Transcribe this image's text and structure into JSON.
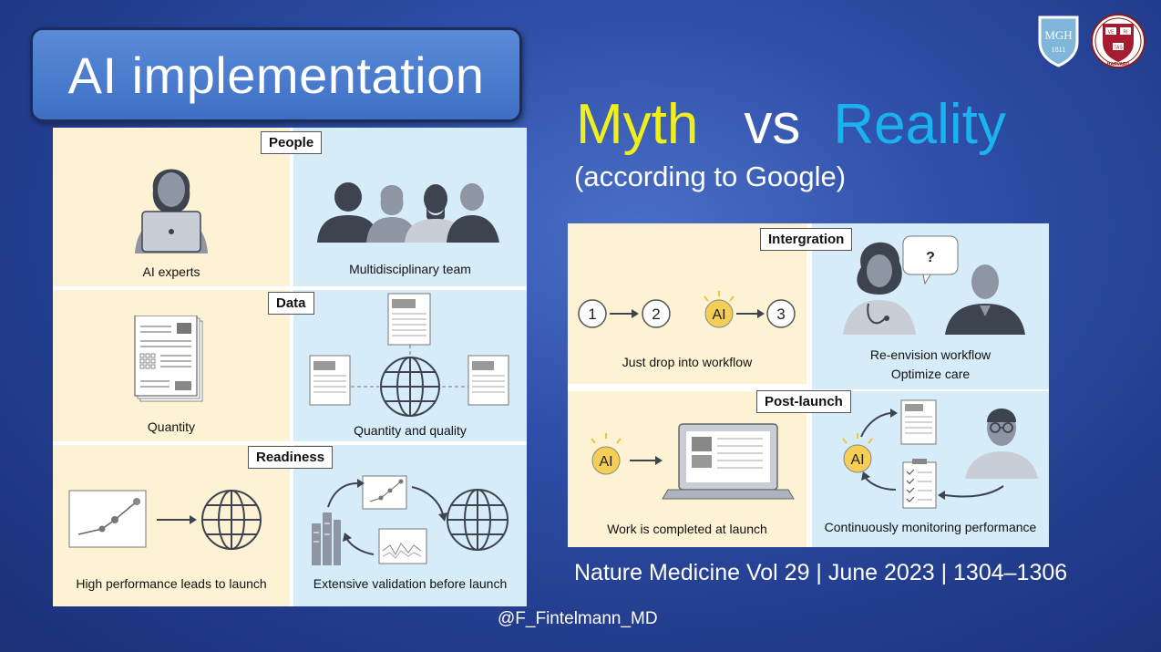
{
  "slide": {
    "title": "AI implementation",
    "headline": {
      "myth": "Myth",
      "vs": "vs",
      "reality": "Reality"
    },
    "subtitle": "(according to Google)",
    "citation": "Nature Medicine Vol 29 | June 2023 | 1304–1306",
    "handle": "@F_Fintelmann_MD"
  },
  "logos": {
    "mgh": {
      "name": "MGH",
      "year": "1811"
    },
    "harvard": {
      "ve": "VE",
      "ri": "RI",
      "tas": "TAS",
      "name": "HARVARD"
    }
  },
  "left_figure": {
    "sections": [
      {
        "tag": "People",
        "myth_caption": "AI experts",
        "reality_caption": "Multidisciplinary team"
      },
      {
        "tag": "Data",
        "myth_caption": "Quantity",
        "reality_caption": "Quantity and quality"
      },
      {
        "tag": "Readiness",
        "myth_caption": "High performance leads to launch",
        "reality_caption": "Extensive validation before launch"
      }
    ]
  },
  "right_figure": {
    "sections": [
      {
        "tag": "Intergration",
        "steps": [
          "1",
          "2",
          "AI",
          "3"
        ],
        "myth_caption": "Just drop into workflow",
        "bubble": "?",
        "reality_caption_1": "Re-envision workflow",
        "reality_caption_2": "Optimize care"
      },
      {
        "tag": "Post-launch",
        "ai_label": "AI",
        "myth_caption": "Work is completed at launch",
        "reality_caption": "Continuously monitoring performance"
      }
    ]
  },
  "colors": {
    "background": "#2f4fa8",
    "myth_text": "#f1ef1a",
    "reality_text": "#1bb2f0",
    "myth_panel": "#fdf2d3",
    "reality_panel": "#d6ecf9",
    "ai_badge": "#f5cf55"
  }
}
